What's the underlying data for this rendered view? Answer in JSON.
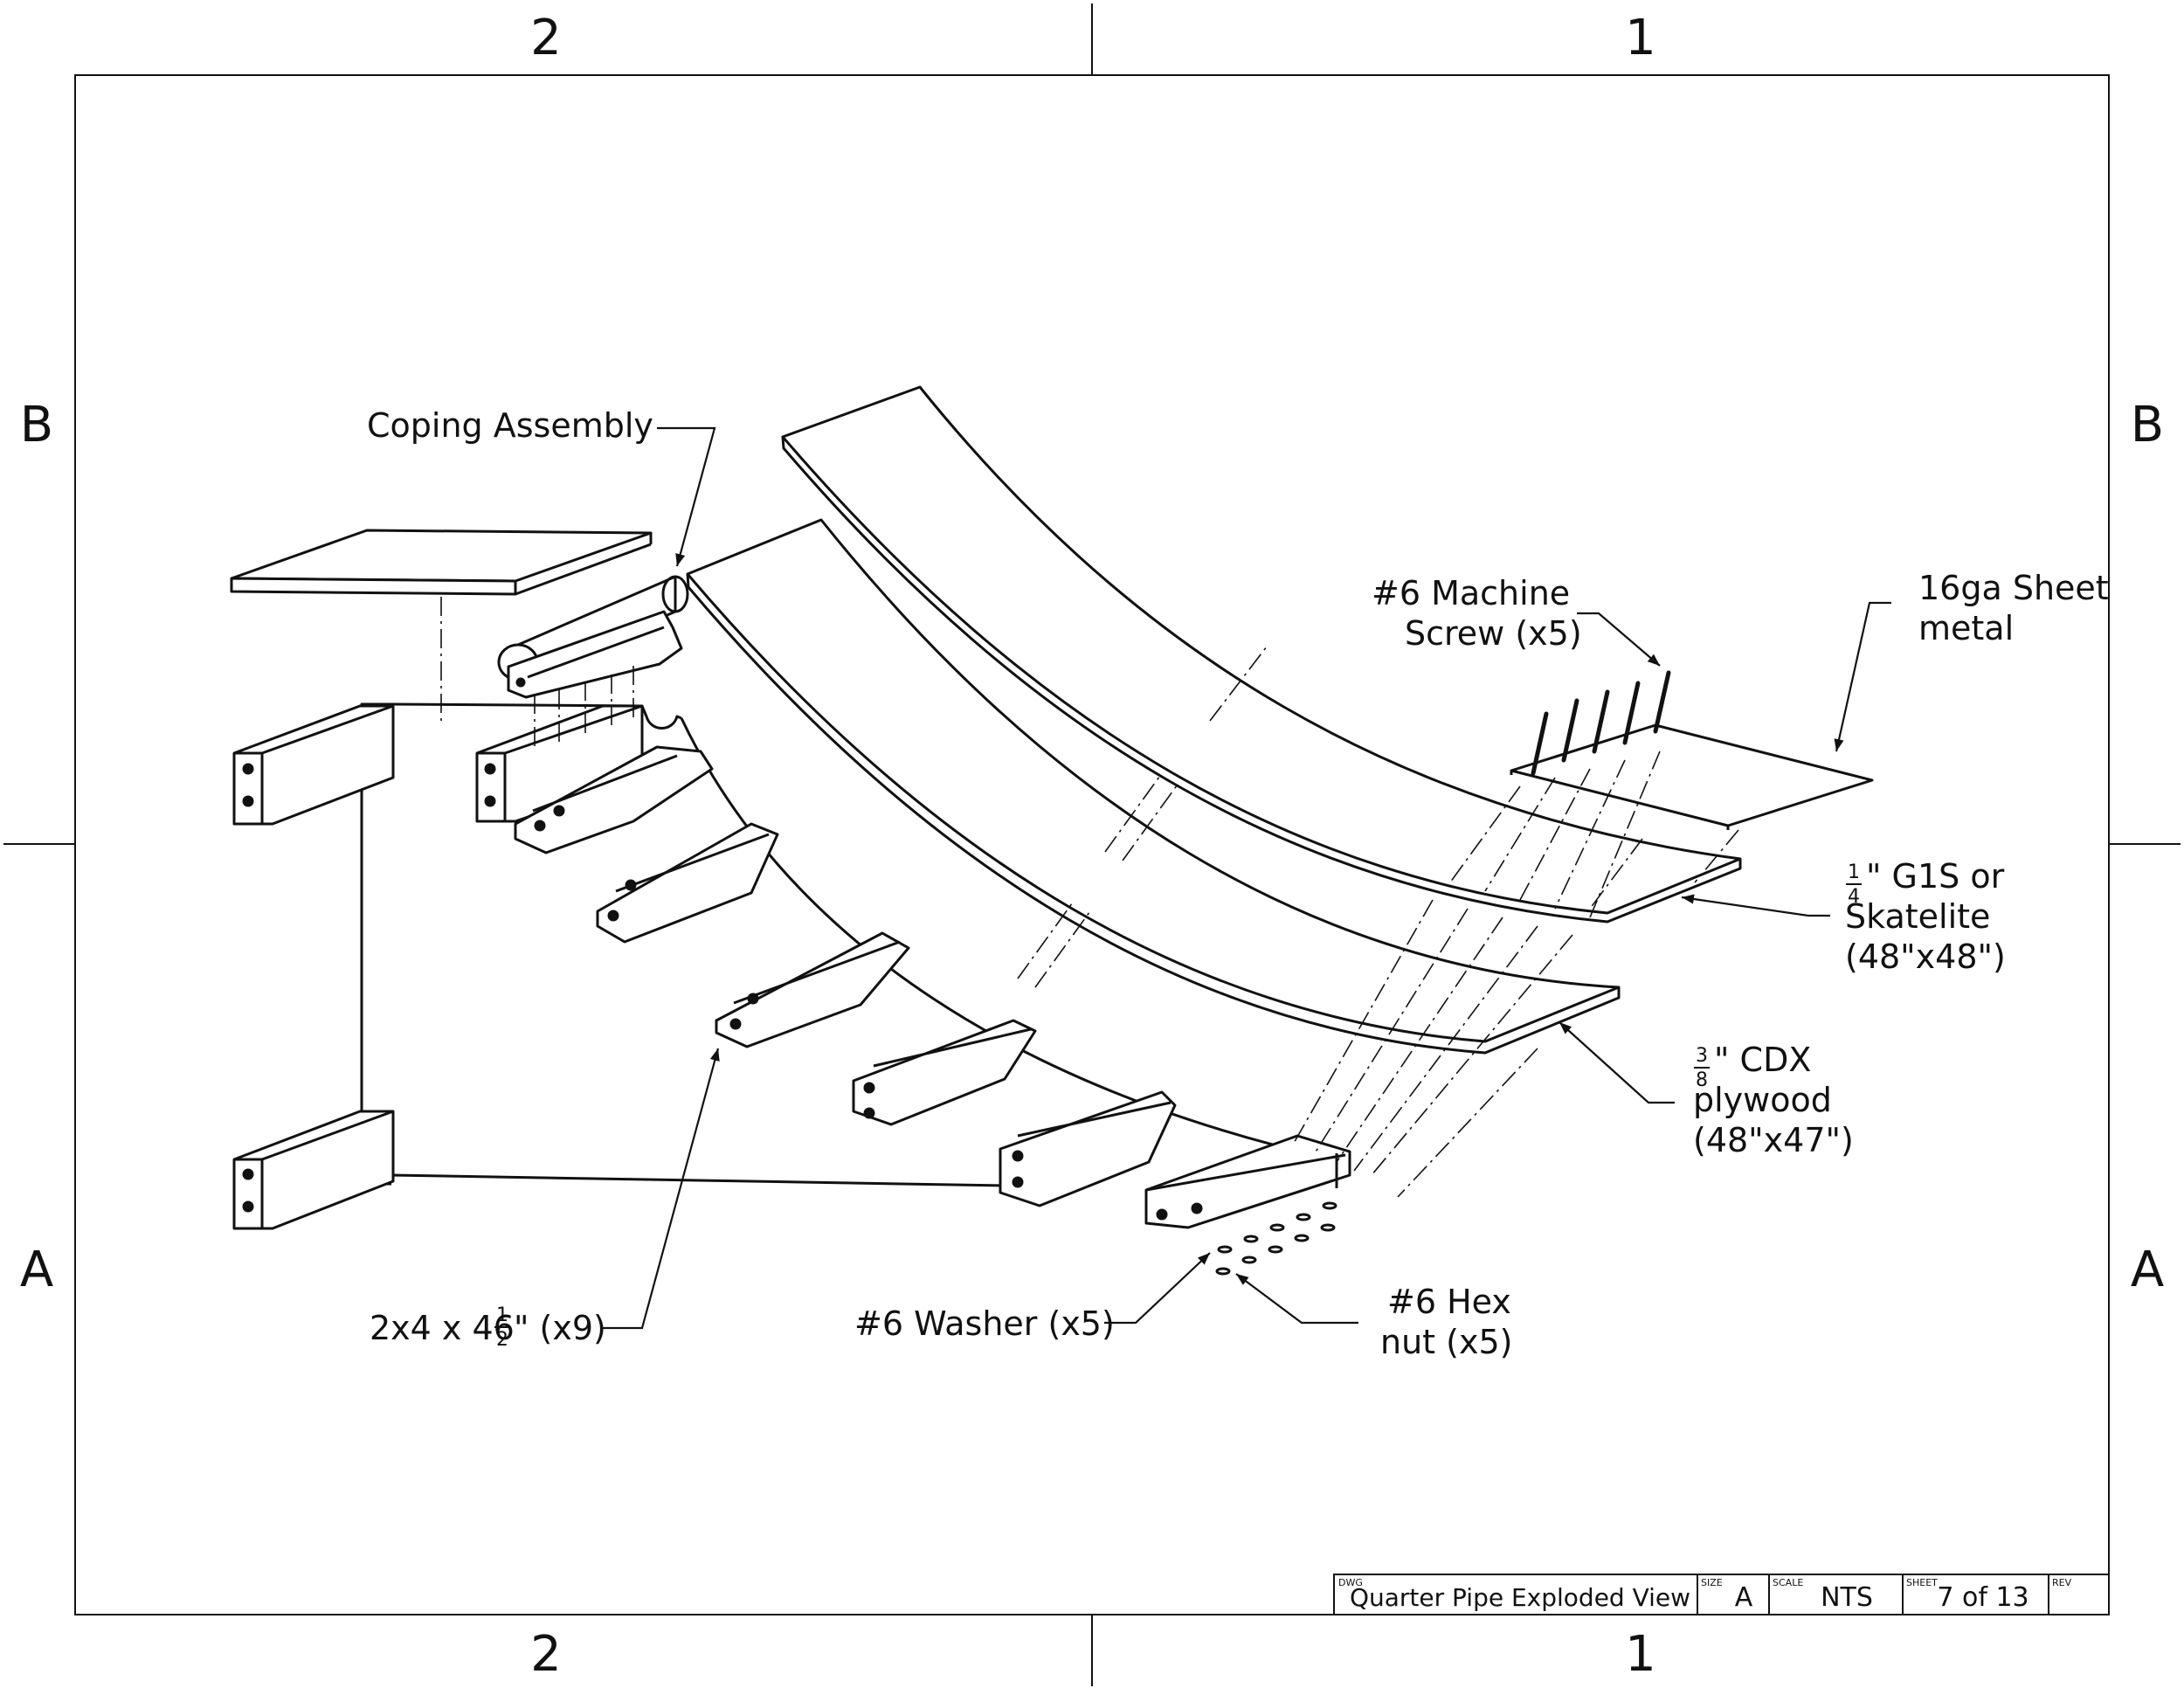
{
  "zones": {
    "top": [
      "2",
      "1"
    ],
    "bottom": [
      "2",
      "1"
    ],
    "left": [
      "B",
      "A"
    ],
    "right": [
      "B",
      "A"
    ]
  },
  "callouts": {
    "coping": "Coping Assembly",
    "screw": [
      "#6  Machine",
      "Screw (x5)"
    ],
    "sheet_metal": [
      "16ga Sheet",
      "metal"
    ],
    "g1s": {
      "frac_num": "1",
      "frac_den": "4",
      "line1_rest": "\" G1S or",
      "line2": "Skatelite",
      "line3": "(48\"x48\")"
    },
    "cdx": {
      "frac_num": "3",
      "frac_den": "8",
      "line1_rest": "\" CDX",
      "line2": "plywood",
      "line3": "(48\"x47\")"
    },
    "lumber": {
      "prefix": "2x4 x 46",
      "frac_num": "1",
      "frac_den": "2",
      "suffix": "\" (x9)"
    },
    "washer": "#6 Washer (x5)",
    "hexnut": [
      "#6 Hex",
      "nut (x5)"
    ]
  },
  "title_block": {
    "dwg_label": "DWG",
    "title": "Quarter Pipe Exploded View",
    "size_label": "SIZE",
    "size": "A",
    "scale_label": "SCALE",
    "scale": "NTS",
    "sheet_label": "SHEET",
    "sheet": "7 of 13",
    "rev_label": "REV",
    "rev": ""
  }
}
